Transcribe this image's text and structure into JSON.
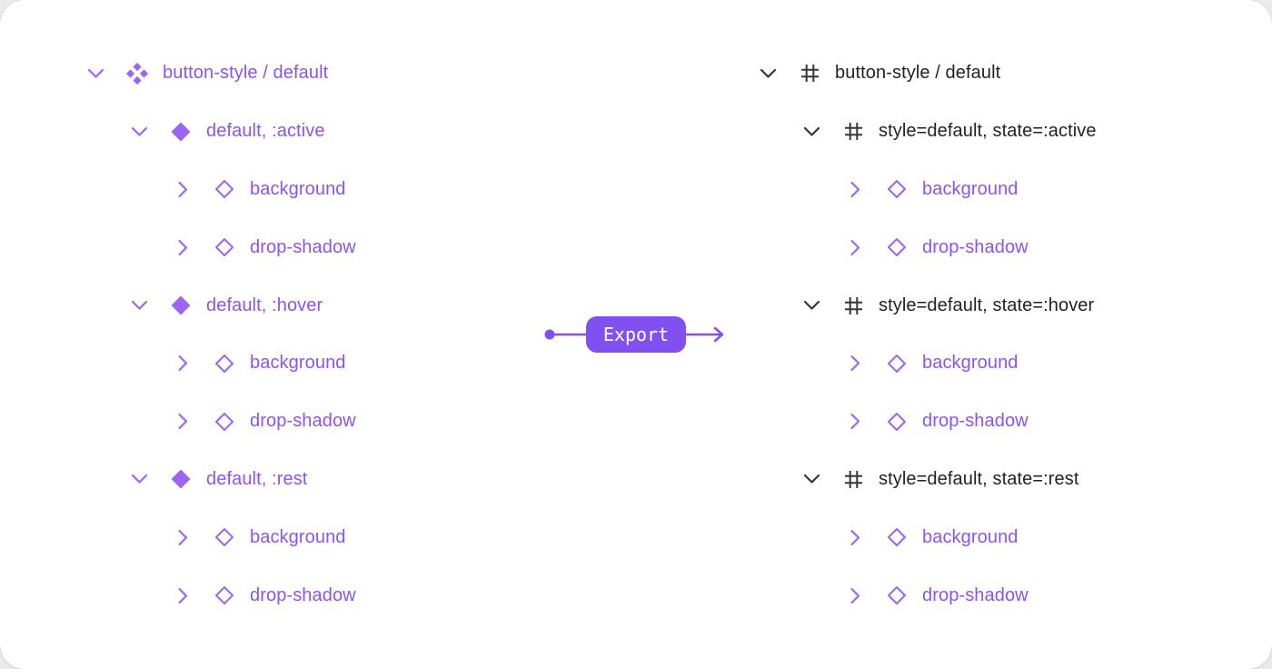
{
  "colors": {
    "page_bg": "#e9ebee",
    "card_bg": "#ffffff",
    "tree_text_purple": "#8d53f0",
    "tree_icon_purple": "#9b66f2",
    "tree_text_dark": "#1f2126",
    "tree_icon_dark": "#33363b",
    "accent": "#8250f0",
    "button_text": "#ffffff"
  },
  "export_button": {
    "label": "Export"
  },
  "left_tree": {
    "rows": [
      {
        "level": 1,
        "chevron": "down",
        "icon": "component-set-icon",
        "tone": "purple",
        "label": "button-style / default"
      },
      {
        "level": 2,
        "chevron": "down",
        "icon": "component-icon",
        "tone": "purple",
        "label": "default, :active"
      },
      {
        "level": 3,
        "chevron": "right",
        "icon": "instance-icon",
        "tone": "purple",
        "label": "background"
      },
      {
        "level": 3,
        "chevron": "right",
        "icon": "instance-icon",
        "tone": "purple",
        "label": "drop-shadow"
      },
      {
        "level": 2,
        "chevron": "down",
        "icon": "component-icon",
        "tone": "purple",
        "label": "default, :hover"
      },
      {
        "level": 3,
        "chevron": "right",
        "icon": "instance-icon",
        "tone": "purple",
        "label": "background"
      },
      {
        "level": 3,
        "chevron": "right",
        "icon": "instance-icon",
        "tone": "purple",
        "label": "drop-shadow"
      },
      {
        "level": 2,
        "chevron": "down",
        "icon": "component-icon",
        "tone": "purple",
        "label": "default, :rest"
      },
      {
        "level": 3,
        "chevron": "right",
        "icon": "instance-icon",
        "tone": "purple",
        "label": "background"
      },
      {
        "level": 3,
        "chevron": "right",
        "icon": "instance-icon",
        "tone": "purple",
        "label": "drop-shadow"
      }
    ]
  },
  "right_tree": {
    "rows": [
      {
        "level": 1,
        "chevron": "down",
        "icon": "frame-icon",
        "tone": "dark",
        "label": "button-style / default"
      },
      {
        "level": 2,
        "chevron": "down",
        "icon": "frame-icon",
        "tone": "dark",
        "label": "style=default, state=:active"
      },
      {
        "level": 3,
        "chevron": "right",
        "icon": "instance-icon",
        "tone": "purple",
        "label": "background"
      },
      {
        "level": 3,
        "chevron": "right",
        "icon": "instance-icon",
        "tone": "purple",
        "label": "drop-shadow"
      },
      {
        "level": 2,
        "chevron": "down",
        "icon": "frame-icon",
        "tone": "dark",
        "label": "style=default, state=:hover"
      },
      {
        "level": 3,
        "chevron": "right",
        "icon": "instance-icon",
        "tone": "purple",
        "label": "background"
      },
      {
        "level": 3,
        "chevron": "right",
        "icon": "instance-icon",
        "tone": "purple",
        "label": "drop-shadow"
      },
      {
        "level": 2,
        "chevron": "down",
        "icon": "frame-icon",
        "tone": "dark",
        "label": "style=default, state=:rest"
      },
      {
        "level": 3,
        "chevron": "right",
        "icon": "instance-icon",
        "tone": "purple",
        "label": "background"
      },
      {
        "level": 3,
        "chevron": "right",
        "icon": "instance-icon",
        "tone": "purple",
        "label": "drop-shadow"
      }
    ]
  }
}
